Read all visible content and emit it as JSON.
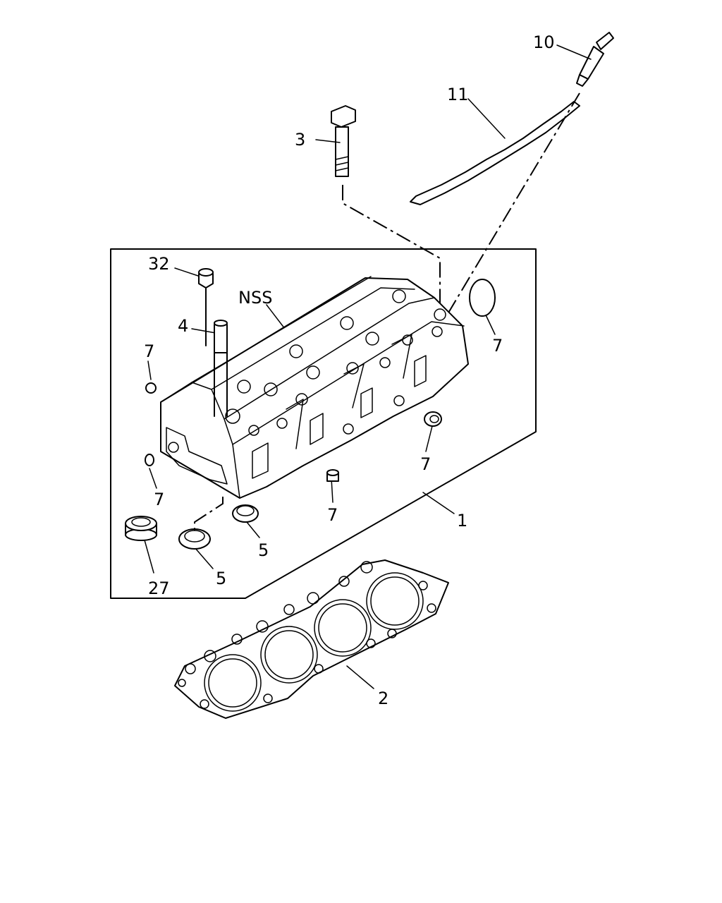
{
  "callouts": {
    "c10": "10",
    "c11": "11",
    "c3": "3",
    "c32": "32",
    "nss": "NSS",
    "c4": "4",
    "c7a": "7",
    "c7b": "7",
    "c7c": "7",
    "c7d": "7",
    "c7e": "7",
    "c1": "1",
    "c5a": "5",
    "c5b": "5",
    "c27": "27",
    "c2": "2"
  }
}
